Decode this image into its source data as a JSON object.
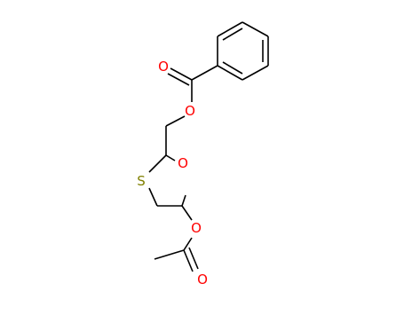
{
  "molecule": {
    "atoms": {
      "carbonyl_oxygen_top": "O",
      "ester_oxygen_top": "O",
      "ring_sulfur": "S",
      "ring_oxygen": "O",
      "ester_oxygen_bottom": "O",
      "carbonyl_oxygen_bottom": "O"
    },
    "colors": {
      "bond": "#000000",
      "oxygen": "#ff0000",
      "sulfur": "#808000"
    }
  }
}
